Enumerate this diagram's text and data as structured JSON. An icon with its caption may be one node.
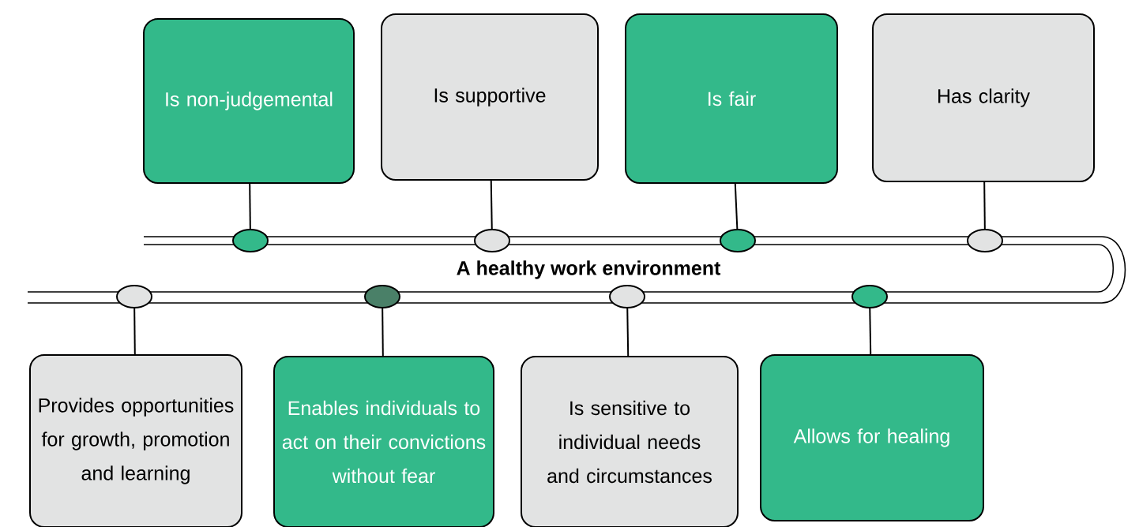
{
  "diagram": {
    "title": "A healthy work environment",
    "nodes": [
      {
        "text": [
          "Is non-judgemental"
        ]
      },
      {
        "text": [
          "Is supportive"
        ]
      },
      {
        "text": [
          "Is fair"
        ]
      },
      {
        "text": [
          "Has clarity"
        ]
      },
      {
        "text": [],
        "shape": "circle"
      },
      {
        "text": [],
        "shape": "circle"
      },
      {
        "text": [],
        "shape": "circle"
      },
      {
        "text": [],
        "shape": "circle"
      },
      {
        "text": [],
        "shape": "circle"
      },
      {
        "text": [],
        "shape": "circle"
      },
      {
        "text": [],
        "shape": "circle"
      },
      {
        "text": [],
        "shape": "circle"
      },
      {
        "text": [
          "Provides opportunities for growth, promotion and learning"
        ]
      },
      {
        "text": [
          "Enables individuals to act on their convictions without fear"
        ]
      },
      {
        "text": [
          "Is sensitive to individual needs and circumstances"
        ]
      },
      {
        "text": [
          "Allows for healing"
        ]
      }
    ],
    "edges": [
      {
        "from": 0,
        "to": 4,
        "arrow": "none"
      },
      {
        "from": 1,
        "to": 5,
        "arrow": "none"
      },
      {
        "from": 2,
        "to": 6,
        "arrow": "none"
      },
      {
        "from": 3,
        "to": 7,
        "arrow": "none"
      },
      {
        "from": 12,
        "to": 8,
        "arrow": "none"
      },
      {
        "from": 13,
        "to": 9,
        "arrow": "none"
      },
      {
        "from": 14,
        "to": 10,
        "arrow": "none"
      },
      {
        "from": 15,
        "to": 11,
        "arrow": "none"
      }
    ]
  }
}
